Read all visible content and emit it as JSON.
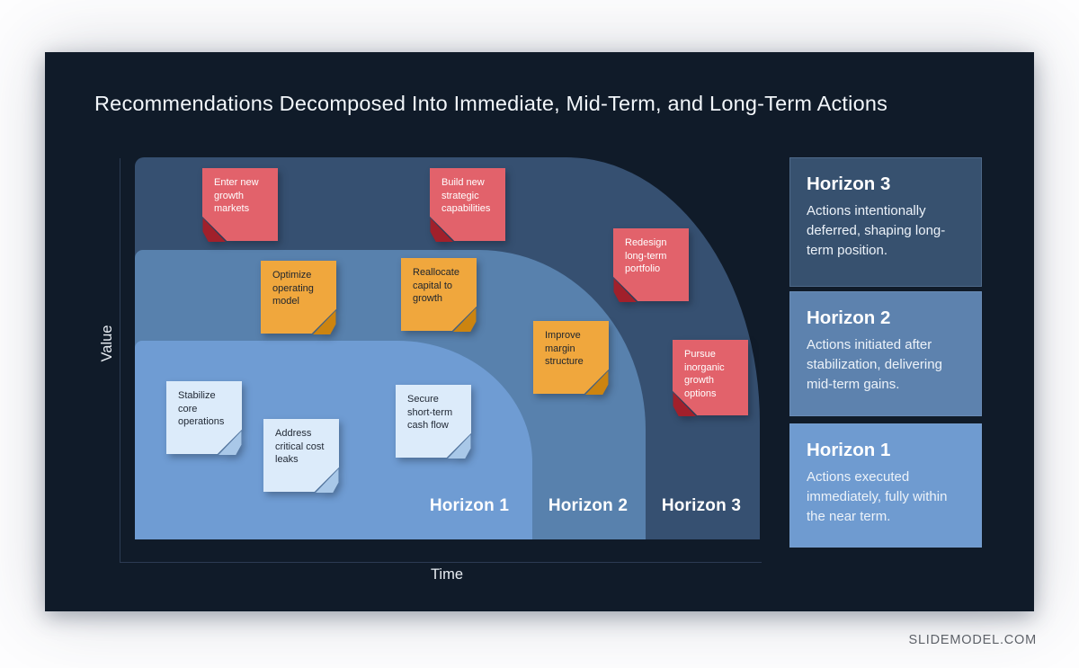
{
  "page": {
    "watermark": "SLIDEMODEL.COM"
  },
  "slide": {
    "title": "Recommendations Decomposed Into Immediate, Mid-Term, and Long-Term Actions",
    "axes": {
      "y_label": "Value",
      "x_label": "Time"
    },
    "horizon_band_labels": [
      "Horizon 1",
      "Horizon 2",
      "Horizon 3"
    ],
    "notes": [
      {
        "text": "Enter new growth markets",
        "color": "red",
        "horizon": "Horizon 3"
      },
      {
        "text": "Build new strategic capabilities",
        "color": "red",
        "horizon": "Horizon 3"
      },
      {
        "text": "Redesign long-term portfolio",
        "color": "red",
        "horizon": "Horizon 3"
      },
      {
        "text": "Pursue inorganic growth options",
        "color": "red",
        "horizon": "Horizon 3"
      },
      {
        "text": "Optimize operating model",
        "color": "orange",
        "horizon": "Horizon 2"
      },
      {
        "text": "Reallocate capital to growth",
        "color": "orange",
        "horizon": "Horizon 2"
      },
      {
        "text": "Improve margin structure",
        "color": "orange",
        "horizon": "Horizon 2"
      },
      {
        "text": "Stabilize core operations",
        "color": "blue",
        "horizon": "Horizon 1"
      },
      {
        "text": "Address critical cost leaks",
        "color": "blue",
        "horizon": "Horizon 1"
      },
      {
        "text": "Secure short-term cash flow",
        "color": "blue",
        "horizon": "Horizon 1"
      }
    ],
    "legend_cards": [
      {
        "title": "Horizon 3",
        "body": "Actions intentionally deferred, shaping long-term position."
      },
      {
        "title": "Horizon 2",
        "body": "Actions initiated after stabilization, delivering mid-term gains."
      },
      {
        "title": "Horizon 1",
        "body": "Actions executed immediately, fully within the near term."
      }
    ],
    "colors": {
      "slide_bg": "#101b29",
      "horizon1_band": "#6f9cd3",
      "horizon2_band": "#5881ad",
      "horizon3_band": "#365071",
      "note_red": "#e2626b",
      "note_orange": "#f0a73d",
      "note_blue": "#dcebfa",
      "axis_line": "#2c3b53"
    }
  }
}
